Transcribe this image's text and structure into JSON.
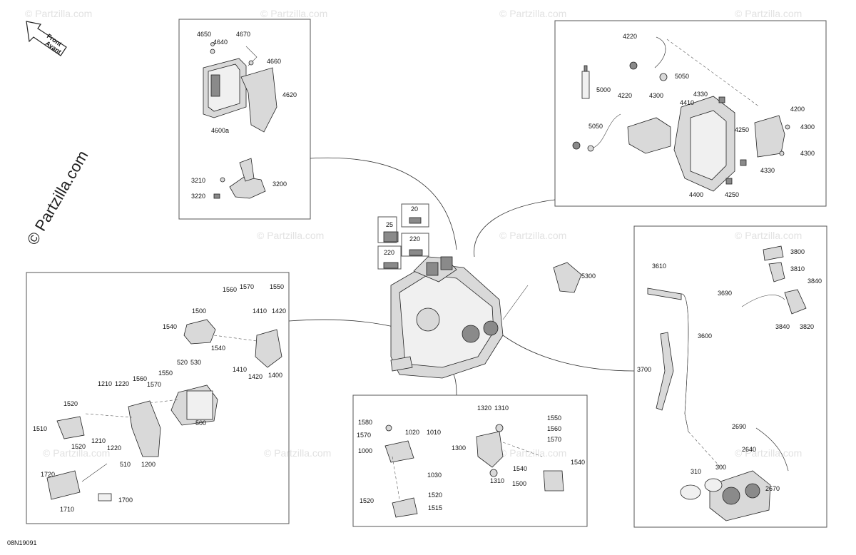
{
  "watermark_text": "© Partzilla.com",
  "side_watermark": "© Partzilla.com",
  "front_arrow": {
    "line1": "Front",
    "line2": "Avant"
  },
  "drawing_number": "08N19091",
  "labels": {
    "ecm": [
      "4650",
      "4640",
      "4670",
      "4660",
      "4620",
      "4600a"
    ],
    "bracket_top": [
      "3210",
      "3200",
      "3220"
    ],
    "engine_small": [
      "25",
      "20",
      "220",
      "220"
    ],
    "harness_top": [
      "4220",
      "5050",
      "5000",
      "4220",
      "4300",
      "4330",
      "4410",
      "4200",
      "4300",
      "5050",
      "4250",
      "4300",
      "4330",
      "4400",
      "4250"
    ],
    "sensor": [
      "5300"
    ],
    "starter": [
      "1560",
      "1570",
      "1550",
      "1500",
      "1410",
      "1420",
      "1540",
      "1540",
      "1410",
      "1420",
      "1400",
      "520",
      "530",
      "1550",
      "1560",
      "1570",
      "1210",
      "1220",
      "1520",
      "1510",
      "1520",
      "1210",
      "1220",
      "510",
      "1200",
      "500",
      "1720",
      "1700",
      "1710"
    ],
    "mounts": [
      "1320",
      "1310",
      "1580",
      "1570",
      "1020",
      "1010",
      "1550",
      "1560",
      "1570",
      "1000",
      "1300",
      "1030",
      "1540",
      "1540",
      "1310",
      "1500",
      "1520",
      "1520",
      "1515"
    ],
    "throttle": [
      "3800",
      "3610",
      "3810",
      "3840",
      "3690",
      "3600",
      "3840",
      "3820",
      "3700",
      "2690",
      "2640",
      "310",
      "300",
      "2670"
    ]
  }
}
